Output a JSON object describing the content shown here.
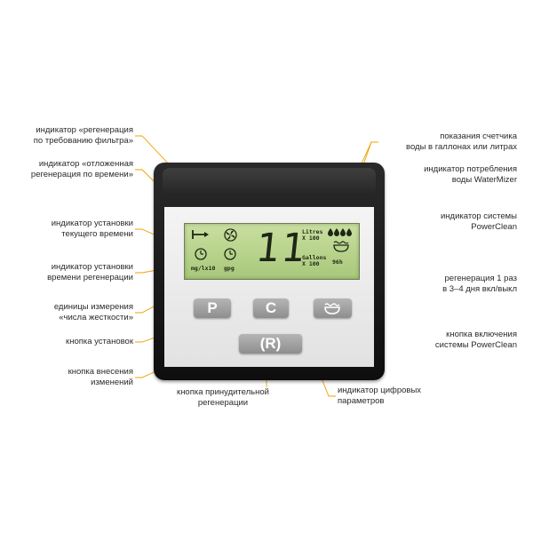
{
  "labels": {
    "filter_regen": "индикатор «регенерация\nпо требованию фильтра»",
    "delayed_regen": "индикатор «отложенная\nрегенерация по времени»",
    "time_setting": "индикатор установки\nтекущего времени",
    "regen_time_setting": "индикатор установки\nвремени регенерации",
    "hardness_units": "единицы измерения\n«числа жесткости»",
    "settings_button": "кнопка установок",
    "change_button": "кнопка внесения\nизменений",
    "force_regen_button": "кнопка принудительной\nрегенерации",
    "digital_params": "индикатор цифровых\nпараметров",
    "meter": "показания счетчика\nводы в галлонах или литрах",
    "watermizer": "индикатор потребления\nводы WaterMizer",
    "powerclean_indicator": "индикатор системы\nPowerClean",
    "regen_3_4_days": "регенерация 1 раз\nв 3–4 дня вкл/выкл",
    "powerclean_button": "кнопка включения\nсистемы PowerClean"
  },
  "lcd": {
    "digits": "11",
    "litres": "Litres\nX 100",
    "gallons": "Gallons\nX 100",
    "mg": "mg/lx10",
    "gpg": "gpg",
    "hours": "96h"
  },
  "buttons": {
    "p": "P",
    "c": "C",
    "r": "(R)"
  },
  "colors": {
    "leader": "#f0a000",
    "lcd": "#b8d48c",
    "device": "#1a1a1a",
    "button": "#a0a0a0"
  }
}
